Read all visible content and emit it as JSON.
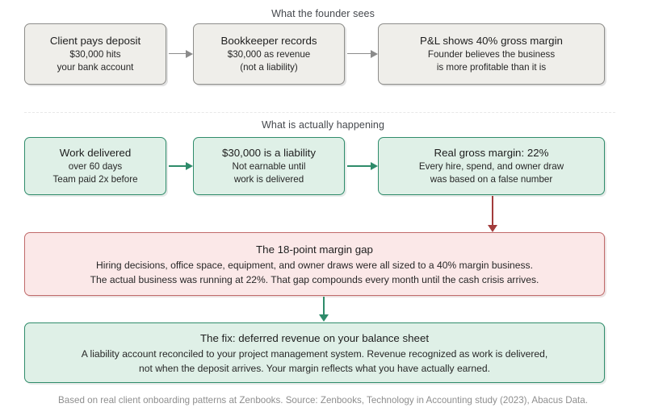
{
  "sections": {
    "founder": {
      "title": "What the founder sees",
      "boxes": [
        {
          "name": "client-pays-deposit",
          "head": "Client pays deposit",
          "lines": [
            "$30,000 hits",
            "your bank account"
          ]
        },
        {
          "name": "bookkeeper-records",
          "head": "Bookkeeper records",
          "lines": [
            "$30,000 as revenue",
            "(not a liability)"
          ]
        },
        {
          "name": "pl-gross-margin",
          "head": "P&L shows 40% gross margin",
          "lines": [
            "Founder believes the business",
            "is more profitable than it is"
          ]
        }
      ]
    },
    "actual": {
      "title": "What is actually happening",
      "boxes": [
        {
          "name": "work-delivered",
          "head": "Work delivered",
          "lines": [
            "over 60 days",
            "Team paid 2x before"
          ]
        },
        {
          "name": "liability",
          "head": "$30,000 is a liability",
          "lines": [
            "Not earnable until",
            "work is delivered"
          ]
        },
        {
          "name": "real-gross-margin",
          "head": "Real gross margin: 22%",
          "lines": [
            "Every hire, spend, and owner draw",
            "was based on a false number"
          ]
        }
      ]
    },
    "gap": {
      "name": "margin-gap",
      "head": "The 18-point margin gap",
      "lines": [
        "Hiring decisions, office space, equipment, and owner draws were all sized to a 40% margin business.",
        "The actual business was running at 22%. That gap compounds every month until the cash crisis arrives."
      ]
    },
    "fix": {
      "name": "the-fix",
      "head": "The fix: deferred revenue on your balance sheet",
      "lines": [
        "A liability account reconciled to your project management system. Revenue recognized as work is delivered,",
        "not when the deposit arrives. Your margin reflects what you have actually earned."
      ]
    }
  },
  "arrows": [
    {
      "name": "arrow-deposit-to-bookkeeper",
      "direction": "right",
      "color": "#8b8b8b"
    },
    {
      "name": "arrow-bookkeeper-to-pl",
      "direction": "right",
      "color": "#8b8b8b"
    },
    {
      "name": "arrow-work-to-liability",
      "direction": "right",
      "color": "#2e8b6a"
    },
    {
      "name": "arrow-liability-to-margin",
      "direction": "right",
      "color": "#2e8b6a"
    },
    {
      "name": "arrow-margin-to-gap",
      "direction": "down",
      "color": "#a23c3c"
    },
    {
      "name": "arrow-gap-to-fix",
      "direction": "down",
      "color": "#2e8b6a"
    }
  ],
  "footer": {
    "text": "Based on real client onboarding patterns at Zenbooks. Source: Zenbooks, Technology in Accounting study (2023), Abacus Data."
  },
  "colors": {
    "beige_fill": "#efeeea",
    "beige_border": "#8d8d8a",
    "mint_fill": "#dff0e7",
    "mint_border": "#2f8c6b",
    "pink_fill": "#fbe8e8",
    "pink_border": "#c06a6a",
    "arrow_gray": "#8b8b8b",
    "arrow_green": "#2e8b6a",
    "arrow_red": "#a23c3c",
    "footer_text": "#8e8e8e"
  }
}
